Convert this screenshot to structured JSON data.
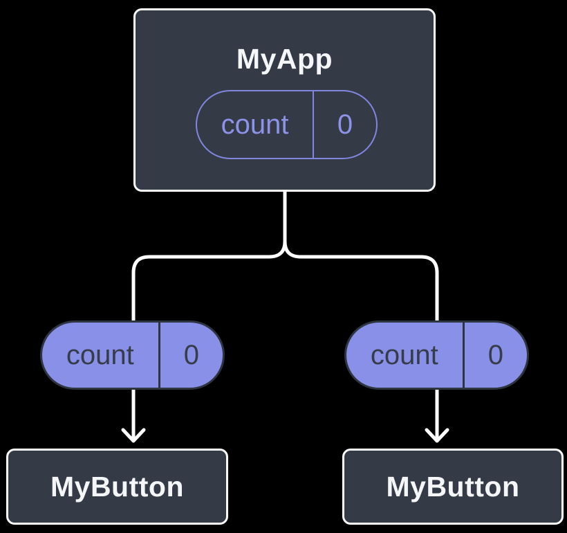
{
  "figure": {
    "description": "component-tree-state-diagram"
  },
  "colors": {
    "background": "#000000",
    "component_fill": "#343a46",
    "component_border": "#ffffff",
    "title_text": "#f5f6f8",
    "pill_purple_fill": "#8890e8",
    "pill_purple_outline": "#8187e0",
    "pill_purple_text": "#8d93e8",
    "pill_dark_border": "#2f3540",
    "pill_dark_text": "#363c49",
    "connector": "#ffffff"
  },
  "root": {
    "title": "MyApp",
    "state_pill": {
      "name": "count",
      "value": "0"
    }
  },
  "children": [
    {
      "title": "MyButton",
      "prop_pill": {
        "name": "count",
        "value": "0"
      }
    },
    {
      "title": "MyButton",
      "prop_pill": {
        "name": "count",
        "value": "0"
      }
    }
  ]
}
